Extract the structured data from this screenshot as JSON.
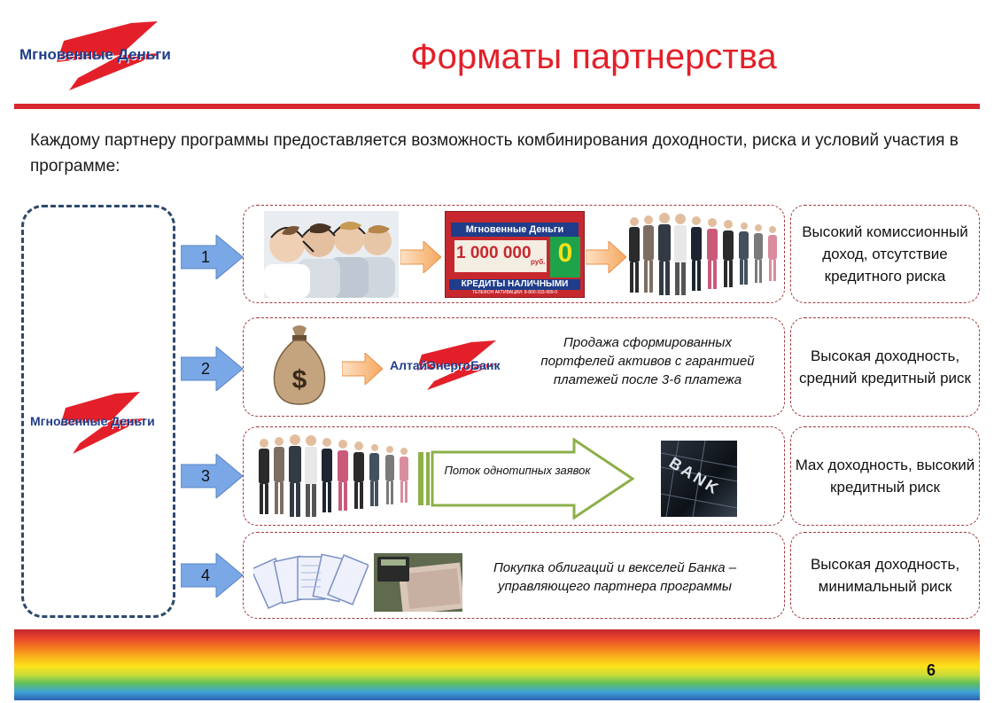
{
  "header": {
    "logo_text": "Мгновенные Деньги",
    "title": "Форматы партнерства"
  },
  "intro_text": "Каждому партнеру программы предоставляется возможность комбинирования доходности, риска и условий участия в программе:",
  "left_panel": {
    "logo_text": "Мгновенные Деньги"
  },
  "rows": [
    {
      "number": "1",
      "card": {
        "brand": "Мгновенные Деньги",
        "amount": "1 000 000",
        "amount_unit": "руб.",
        "zero": "0",
        "footer": "КРЕДИТЫ НАЛИЧНЫМИ",
        "phone": "ТЕЛЕФОН АКТИВАЦИИ: 8-800-333-999-0"
      },
      "result": "Высокий комиссионный доход, отсутствие кредитного риска"
    },
    {
      "number": "2",
      "bank_logo": "АлтайЭнергоБанк",
      "note": "Продажа сформированных портфелей активов с гарантией платежей после 3-6 платежа",
      "result": "Высокая доходность, средний кредитный риск"
    },
    {
      "number": "3",
      "flow_label": "Поток однотипных заявок",
      "bank_sign": "BANK",
      "result": "Max доходность, высокий кредитный риск"
    },
    {
      "number": "4",
      "note": "Покупка облигаций и векселей Банка – управляющего партнера программы",
      "result": "Высокая доходность, минимальный риск"
    }
  ],
  "page_number": "6",
  "colors": {
    "accent_red": "#e3202a",
    "brand_blue": "#1f3d8a",
    "arrow_blue": "#7aa7e6",
    "dash_red": "#a0393c",
    "dash_navy": "#2e4a6b"
  }
}
